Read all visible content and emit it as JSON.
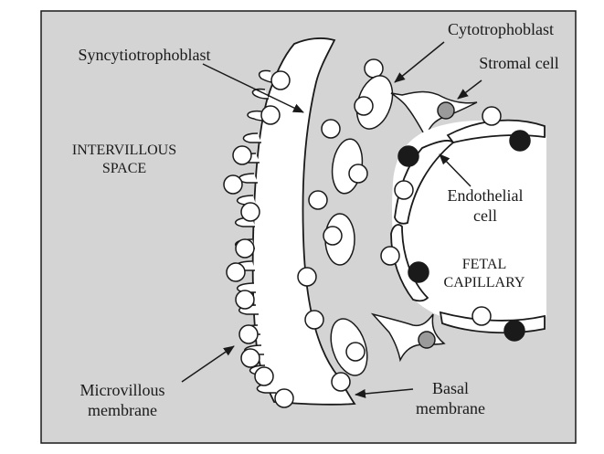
{
  "diagram": {
    "labels": {
      "cytotrophoblast": "Cytotrophoblast",
      "syncytiotrophoblast": "Syncytiotrophoblast",
      "stromal_cell": "Stromal cell",
      "intervillous_line1": "INTERVILLOUS",
      "intervillous_line2": "SPACE",
      "endothelial_line1": "Endothelial",
      "endothelial_line2": "cell",
      "fetal_line1": "FETAL",
      "fetal_line2": "CAPILLARY",
      "microvillous_line1": "Microvillous",
      "microvillous_line2": "membrane",
      "basal_line1": "Basal",
      "basal_line2": "membrane"
    },
    "colors": {
      "panel_fill": "#d4d4d4",
      "outline": "#1a1a1a",
      "tissue_fill": "#ffffff",
      "endothelial_nucleus": "#1a1a1a",
      "stromal_nucleus": "#9a9a9a"
    }
  }
}
